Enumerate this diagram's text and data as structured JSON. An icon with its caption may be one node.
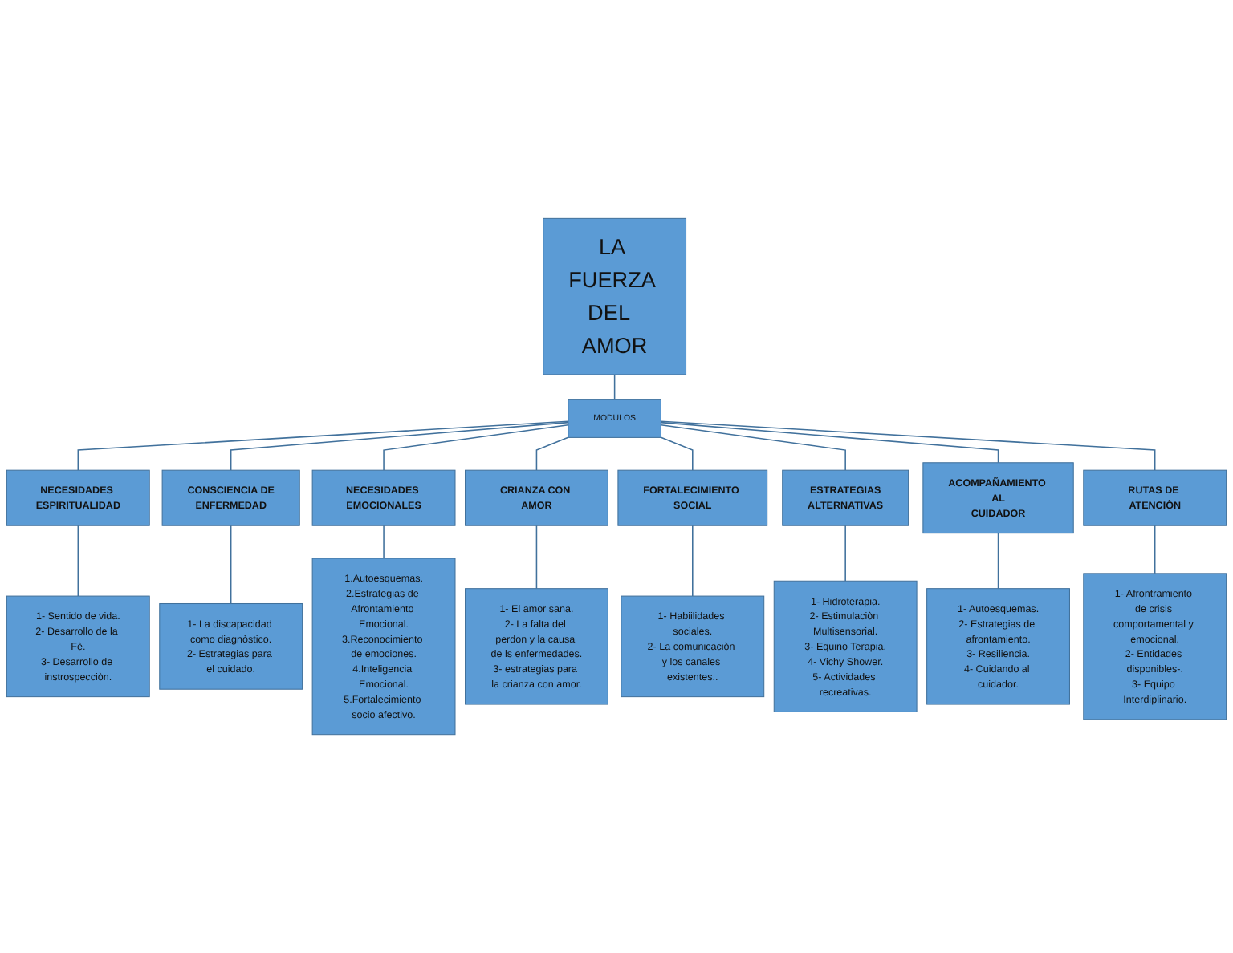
{
  "diagram": {
    "nodes": [
      {
        "text": [
          "LA FUERZA DEL  AMOR"
        ]
      },
      {
        "text": [
          "MODULOS"
        ]
      },
      {
        "text": [
          "NECESIDADES ESPIRITUALIDAD"
        ]
      },
      {
        "text": [
          "CONSCIENCIA DE",
          "ENFERMEDAD"
        ]
      },
      {
        "text": [
          "NECESIDADES EMOCIONALES"
        ]
      },
      {
        "text": [
          "CRIANZA CON AMOR"
        ]
      },
      {
        "text": [
          "FORTALECIMIENTO SOCIAL"
        ]
      },
      {
        "text": [
          "ESTRATEGIAS",
          "ALTERNATIVAS"
        ]
      },
      {
        "text": [
          "ACOMPAÑAMIENTO AL",
          "CUIDADOR"
        ]
      },
      {
        "text": [
          "RUTAS DE ATENCIÒN"
        ]
      },
      {
        "text": [
          "1- Sentido de vida.",
          "2- Desarrollo de la Fè.",
          "3- Desarrollo de instrospecciòn."
        ]
      },
      {
        "text": [
          "1- La discapacidad como diagnòstico.",
          "2- Estrategias para el cuidado."
        ]
      },
      {
        "text": [
          "1.Autoesquemas.",
          "2.Estrategias de Afrontamiento Emocional.",
          "3.Reconocimiento de emociones.",
          "4.Inteligencia Emocional.",
          "5.Fortalecimiento socio afectivo."
        ]
      },
      {
        "text": [
          "1- El amor sana.",
          "2- La falta del perdon y la causa de ls enfermedades.",
          "3- estrategias para la crianza con amor."
        ]
      },
      {
        "text": [
          "1- Habiilidades sociales.",
          "2- La comunicaciòn y los canales existentes.."
        ]
      },
      {
        "text": [
          "1- Hidroterapia.",
          "2- Estimulaciòn Multisensorial.",
          "3- Equino Terapia.",
          "4- Vichy Shower.",
          "5- Actividades recreativas."
        ]
      },
      {
        "text": [
          "1- Autoesquemas.",
          "2- Estrategias de afrontamiento.",
          "3- Resiliencia.",
          "4- Cuidando al cuidador."
        ]
      },
      {
        "text": [
          "1- Afrontramiento de crisis comportamental y emocional.",
          "2- Entidades disponibles-.",
          "3- Equipo Interdiplinario."
        ]
      }
    ],
    "edges": [
      {
        "from": 0,
        "to": 1,
        "arrow": "none"
      },
      {
        "from": 1,
        "to": 2,
        "arrow": "none"
      },
      {
        "from": 1,
        "to": 3,
        "arrow": "none"
      },
      {
        "from": 1,
        "to": 4,
        "arrow": "none"
      },
      {
        "from": 1,
        "to": 5,
        "arrow": "none"
      },
      {
        "from": 1,
        "to": 6,
        "arrow": "none"
      },
      {
        "from": 1,
        "to": 7,
        "arrow": "none"
      },
      {
        "from": 1,
        "to": 8,
        "arrow": "none"
      },
      {
        "from": 1,
        "to": 9,
        "arrow": "none"
      },
      {
        "from": 2,
        "to": 10,
        "arrow": "none"
      },
      {
        "from": 3,
        "to": 11,
        "arrow": "none"
      },
      {
        "from": 4,
        "to": 12,
        "arrow": "none"
      },
      {
        "from": 5,
        "to": 13,
        "arrow": "none"
      },
      {
        "from": 6,
        "to": 14,
        "arrow": "none"
      },
      {
        "from": 7,
        "to": 15,
        "arrow": "none"
      },
      {
        "from": 8,
        "to": 16,
        "arrow": "none"
      },
      {
        "from": 9,
        "to": 17,
        "arrow": "none"
      }
    ]
  }
}
